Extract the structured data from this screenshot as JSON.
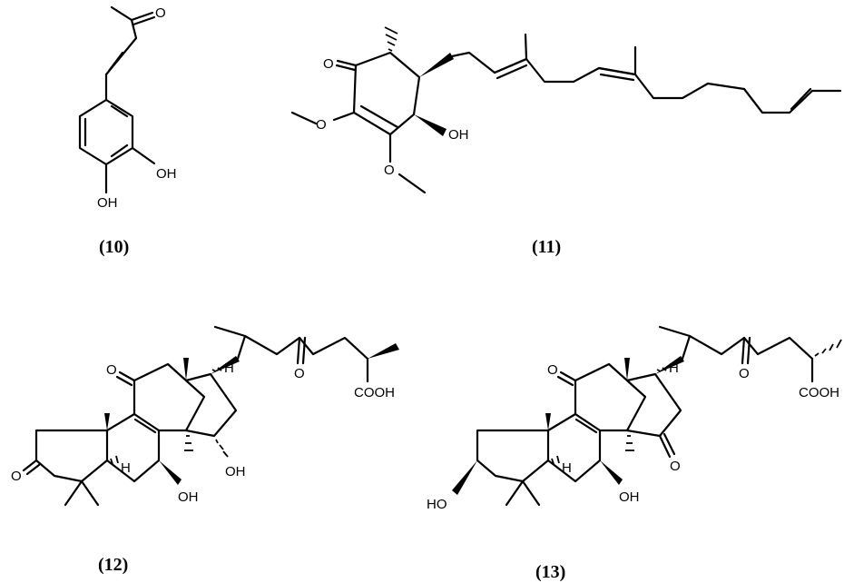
{
  "compounds": [
    {
      "label": "(10)",
      "atoms": {
        "o_ketone": "O",
        "oh_meta": "OH",
        "oh_para": "OH"
      }
    },
    {
      "label": "(11)",
      "atoms": {
        "o_ketone": "O",
        "o_methoxy1": "O",
        "o_methoxy2": "O",
        "oh": "OH"
      }
    },
    {
      "label": "(12)",
      "atoms": {
        "o_c11": "O",
        "o_c3": "O",
        "o_side": "O",
        "h17": "H",
        "h5": "H",
        "oh15": "OH",
        "oh7": "OH",
        "cooh": "COOH"
      }
    },
    {
      "label": "(13)",
      "atoms": {
        "o_c11": "O",
        "o_c15": "O",
        "o_side": "O",
        "h17": "H",
        "h5": "H",
        "oh3": "HO",
        "oh7": "OH",
        "cooh": "COOH"
      }
    }
  ]
}
